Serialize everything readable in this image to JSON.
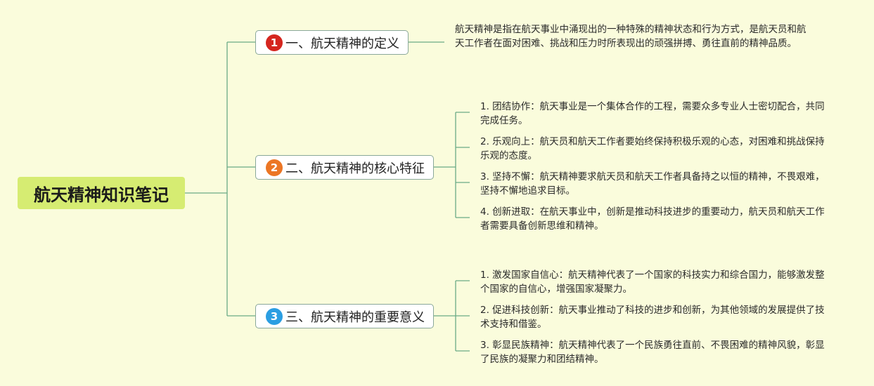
{
  "root": {
    "title": "航天精神知识笔记"
  },
  "branches": [
    {
      "number": "1",
      "label": "一、航天精神的定义",
      "color": "#d5261f",
      "items": [
        "航天精神是指在航天事业中涌现出的一种特殊的精神状态和行为方式，是航天员和航天工作者在面对困难、挑战和压力时所表现出的顽强拼搏、勇往直前的精神品质。"
      ]
    },
    {
      "number": "2",
      "label": "二、航天精神的核心特征",
      "color": "#ec7624",
      "items": [
        "1. 团结协作：航天事业是一个集体合作的工程，需要众多专业人士密切配合，共同完成任务。",
        "2. 乐观向上：航天员和航天工作者要始终保持积极乐观的心态，对困难和挑战保持乐观的态度。",
        "3. 坚持不懈：航天精神要求航天员和航天工作者具备持之以恒的精神，不畏艰难，坚持不懈地追求目标。",
        "4. 创新进取：在航天事业中，创新是推动科技进步的重要动力，航天员和航天工作者需要具备创新思维和精神。"
      ]
    },
    {
      "number": "3",
      "label": "三、航天精神的重要意义",
      "color": "#2b9ee2",
      "items": [
        "1. 激发国家自信心：航天精神代表了一个国家的科技实力和综合国力，能够激发整个国家的自信心，增强国家凝聚力。",
        "2. 促进科技创新：航天事业推动了科技的进步和创新，为其他领域的发展提供了技术支持和借鉴。",
        "3. 彰显民族精神：航天精神代表了一个民族勇往直前、不畏困难的精神风貌，彰显了民族的凝聚力和团结精神。"
      ]
    }
  ],
  "colors": {
    "background": "#fafcdc",
    "root": "#d6ec72",
    "connector": "#6aaa86"
  }
}
